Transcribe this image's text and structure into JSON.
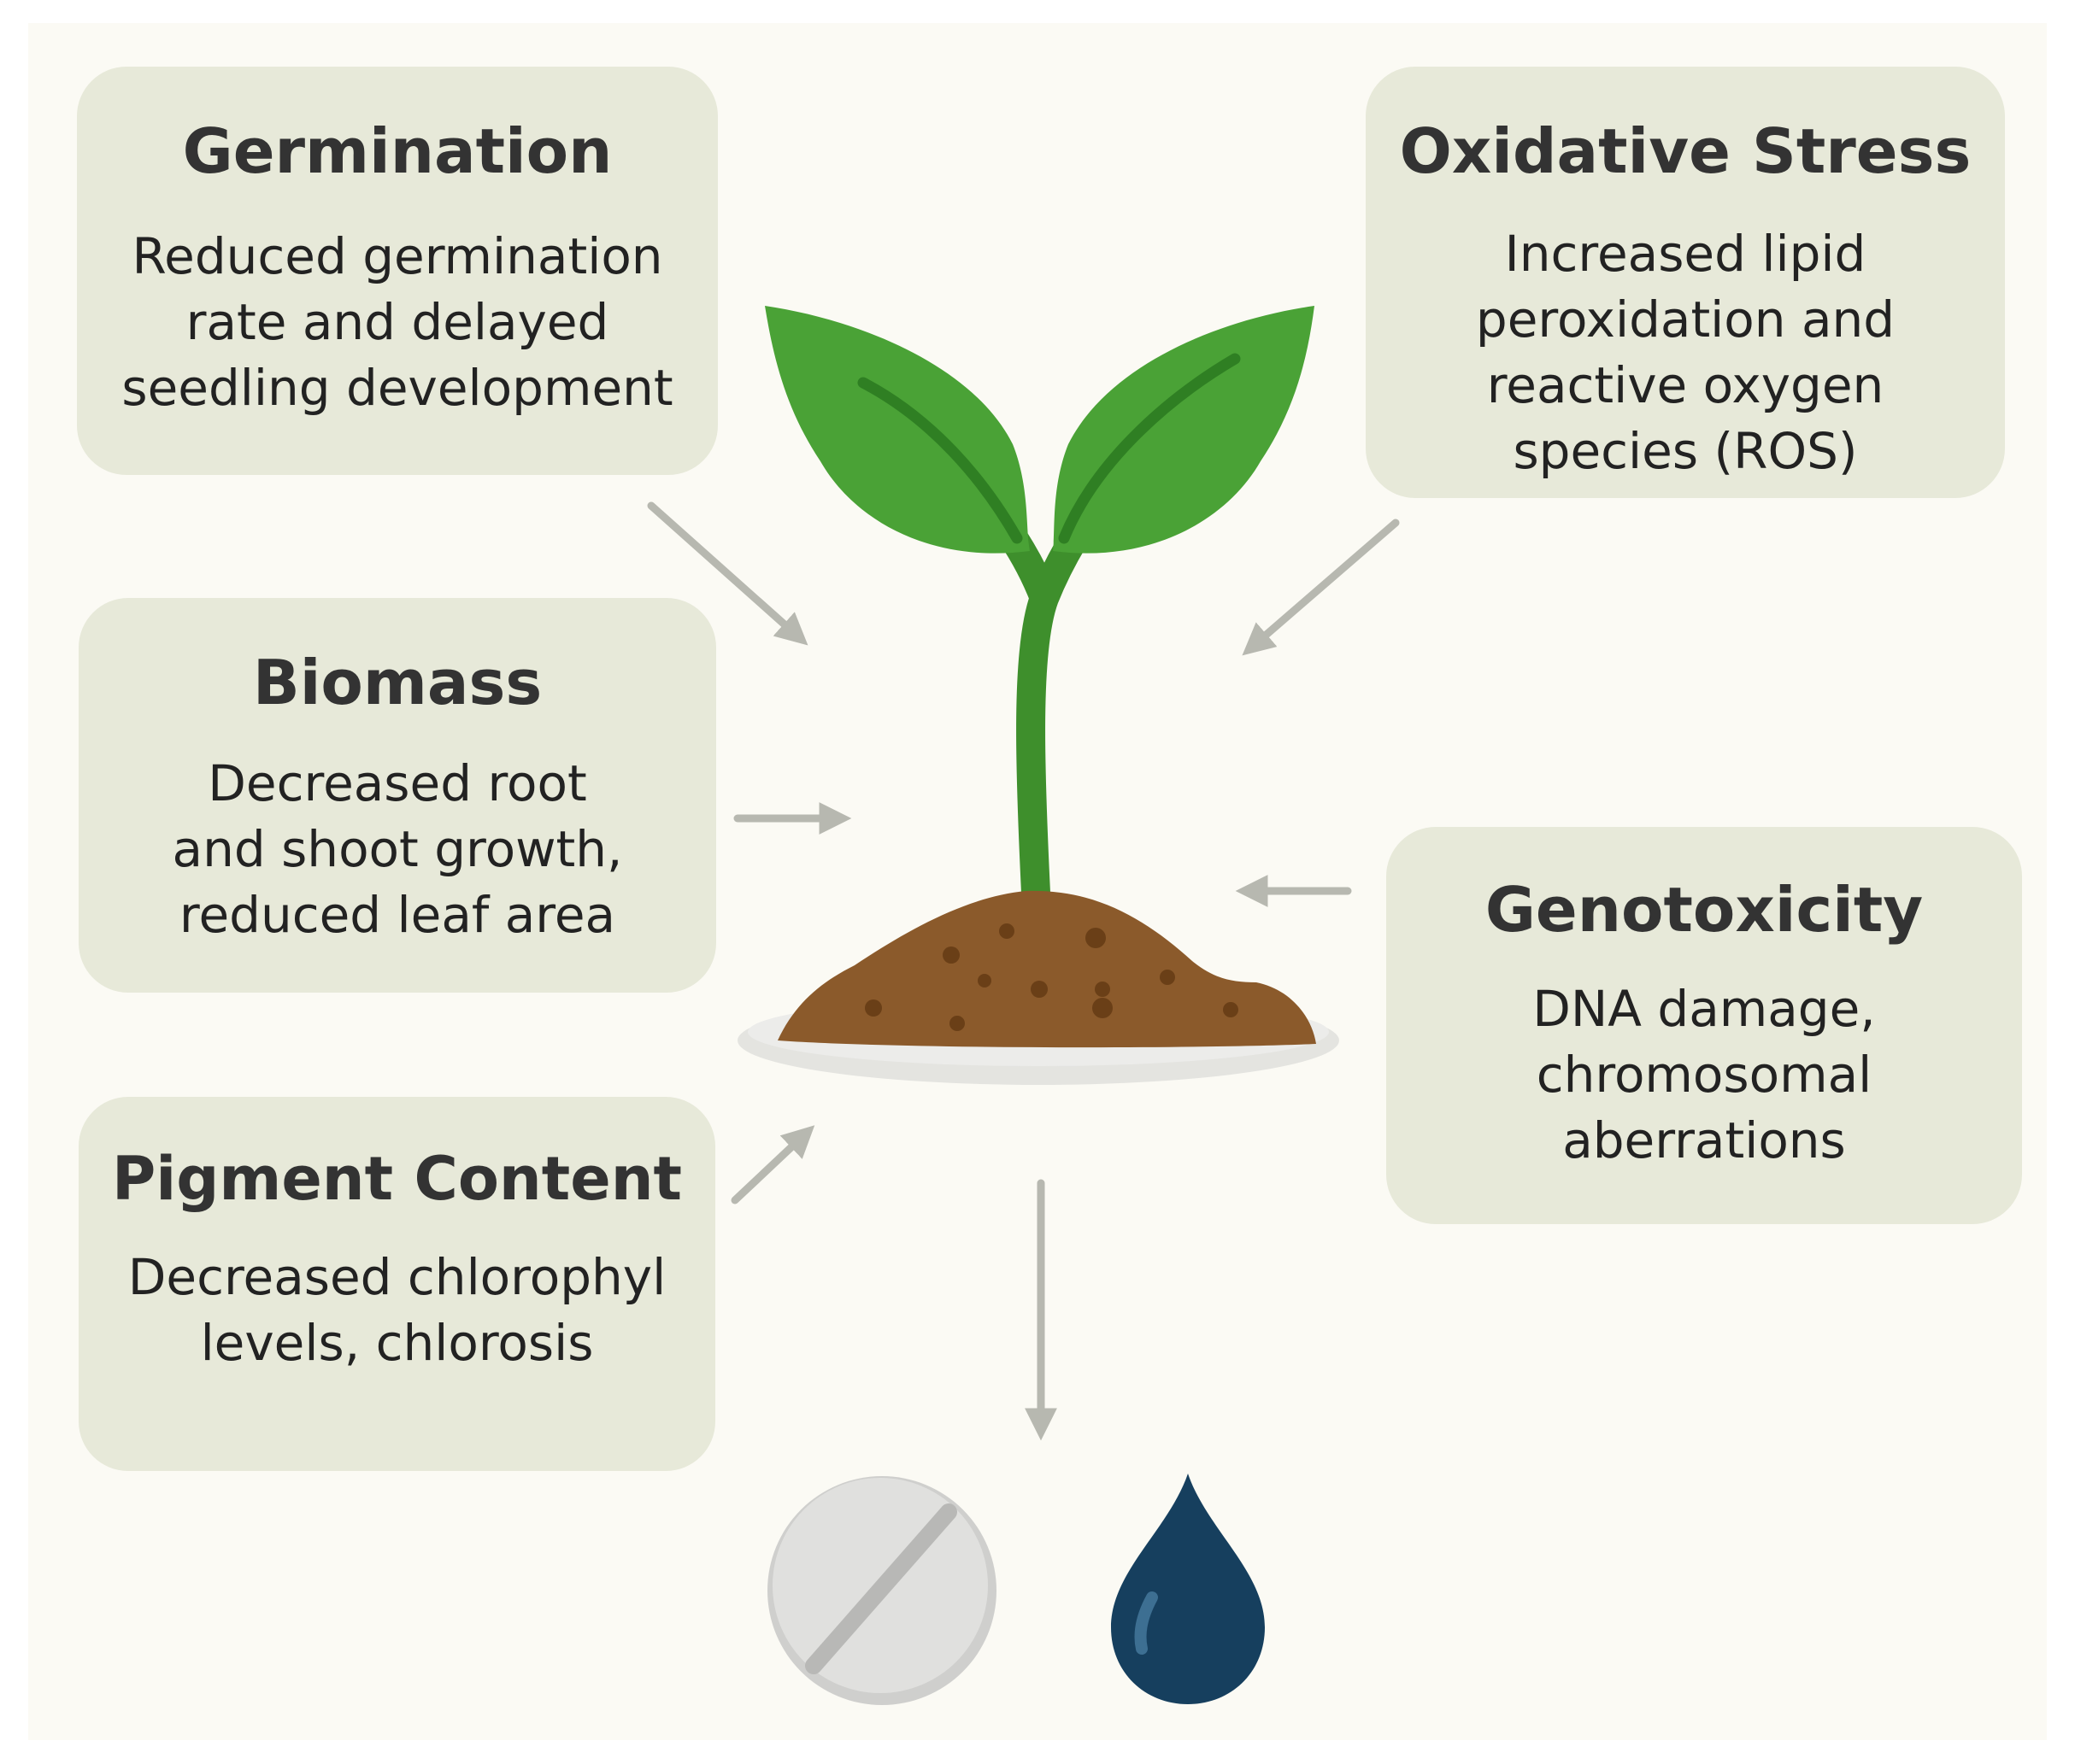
{
  "boxes": {
    "germination": {
      "title": "Germination",
      "text": "Reduced germination\nrate and delayed\nseedling development"
    },
    "oxidative_stress": {
      "title": "Oxidative Stress",
      "text": "Increased lipid\nperoxidation and\nreactive oxygen\nspecies (ROS)"
    },
    "biomass": {
      "title": "Biomass",
      "text": "Decreased root\nand shoot growth,\nreduced leaf area"
    },
    "genotoxicity": {
      "title": "Genotoxicity",
      "text": "DNA damage,\nchromosomal\naberrations"
    },
    "pigment_content": {
      "title": "Pigment Content",
      "text": "Decreased chlorophyl\nlevels, chlorosis"
    }
  },
  "icons": [
    "seedling-icon",
    "soil-mound-icon",
    "pill-tablet-icon",
    "water-drop-icon"
  ],
  "colors": {
    "background": "#fbfaf4",
    "box_fill": "#e7e9d9",
    "leaf_green": "#4aa236",
    "stem_green": "#3e8f2c",
    "soil_brown": "#8b5a2b",
    "arrow_gray": "#b7b8b0",
    "drop_blue": "#163f5e",
    "tablet_gray": "#dcdcdc"
  }
}
